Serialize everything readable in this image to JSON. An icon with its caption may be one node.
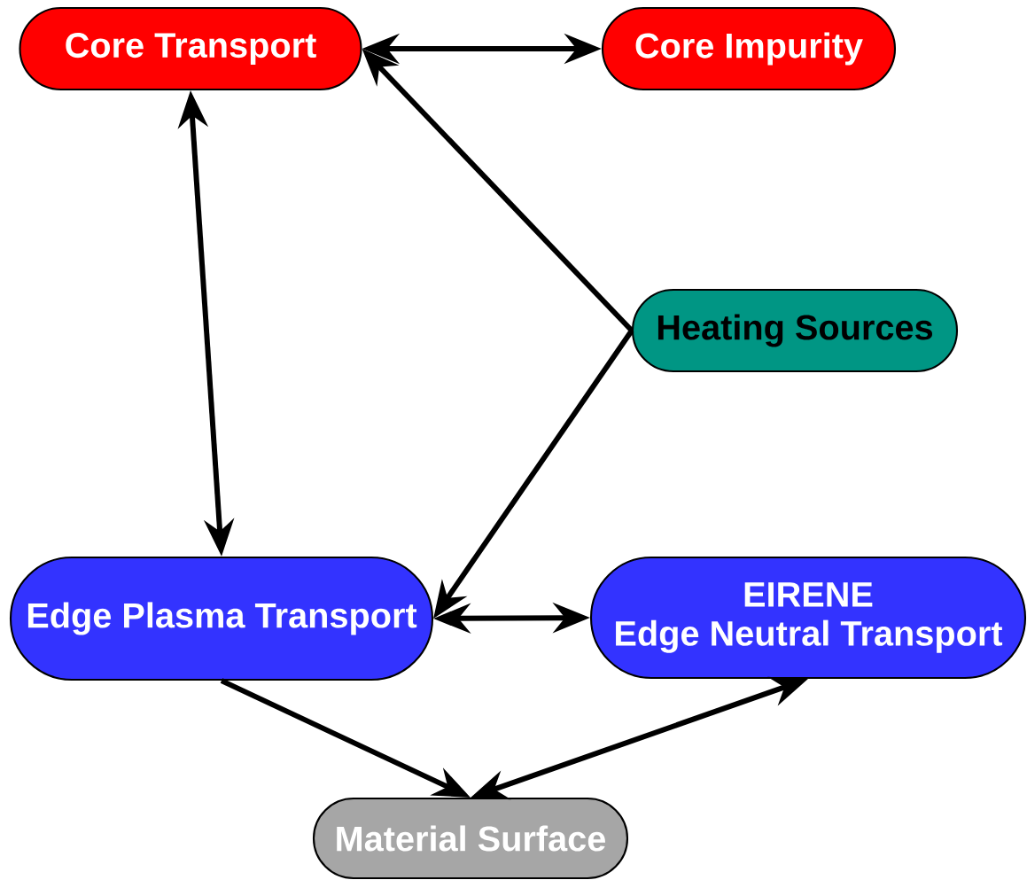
{
  "diagram": {
    "nodes": [
      {
        "text": [
          "Core Transport"
        ]
      },
      {
        "text": [
          "Core Impurity"
        ]
      },
      {
        "text": [
          "Heating Sources"
        ]
      },
      {
        "text": [
          "Edge Plasma Transport"
        ]
      },
      {
        "text": [
          "EIRENE",
          "Edge Neutral Transport"
        ]
      },
      {
        "text": [
          "Material Surface"
        ]
      }
    ],
    "edges": [
      {
        "from": 0,
        "to": 1,
        "arrow": "both"
      },
      {
        "from": 2,
        "to": 0,
        "arrow": "to"
      },
      {
        "from": 0,
        "to": 3,
        "arrow": "both"
      },
      {
        "from": 2,
        "to": 3,
        "arrow": "to"
      },
      {
        "from": 3,
        "to": 4,
        "arrow": "both"
      },
      {
        "from": 3,
        "to": 5,
        "arrow": "to"
      },
      {
        "from": 5,
        "to": 4,
        "arrow": "both"
      }
    ]
  }
}
